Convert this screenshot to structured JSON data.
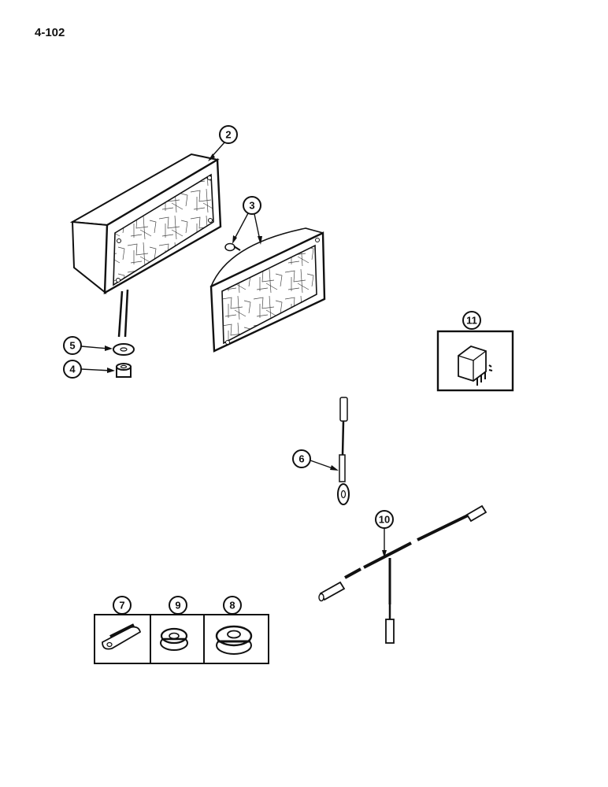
{
  "page": {
    "number": "4-102"
  },
  "callouts": {
    "c2": "2",
    "c3": "3",
    "c4": "4",
    "c5": "5",
    "c6": "6",
    "c7": "7",
    "c8": "8",
    "c9": "9",
    "c10": "10",
    "c11": "11"
  },
  "colors": {
    "ink": "#111111",
    "paper": "#ffffff"
  }
}
